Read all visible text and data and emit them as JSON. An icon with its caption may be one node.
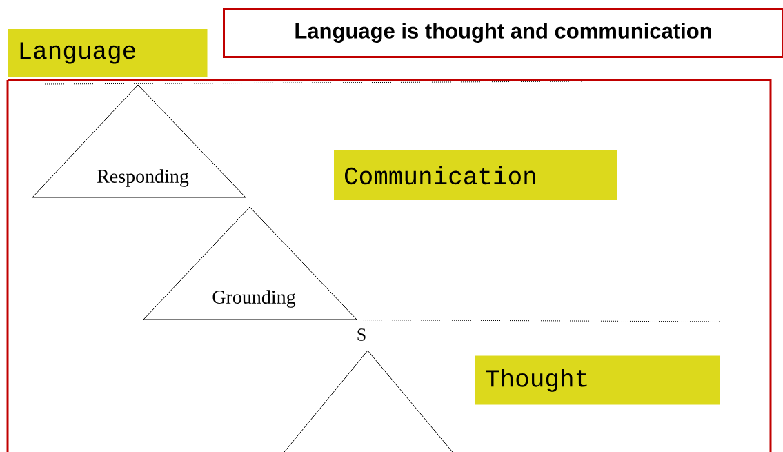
{
  "diagram": {
    "title": "Language is thought and communication",
    "nodes": [
      {
        "text": [
          "Language"
        ]
      },
      {
        "text": [
          "Communication"
        ]
      },
      {
        "text": [
          "Responding"
        ]
      },
      {
        "text": [
          "Grounding"
        ]
      },
      {
        "text": [
          "Thought"
        ]
      },
      {
        "text": [],
        "shape": "triangle"
      }
    ],
    "labels": [
      "S"
    ]
  }
}
